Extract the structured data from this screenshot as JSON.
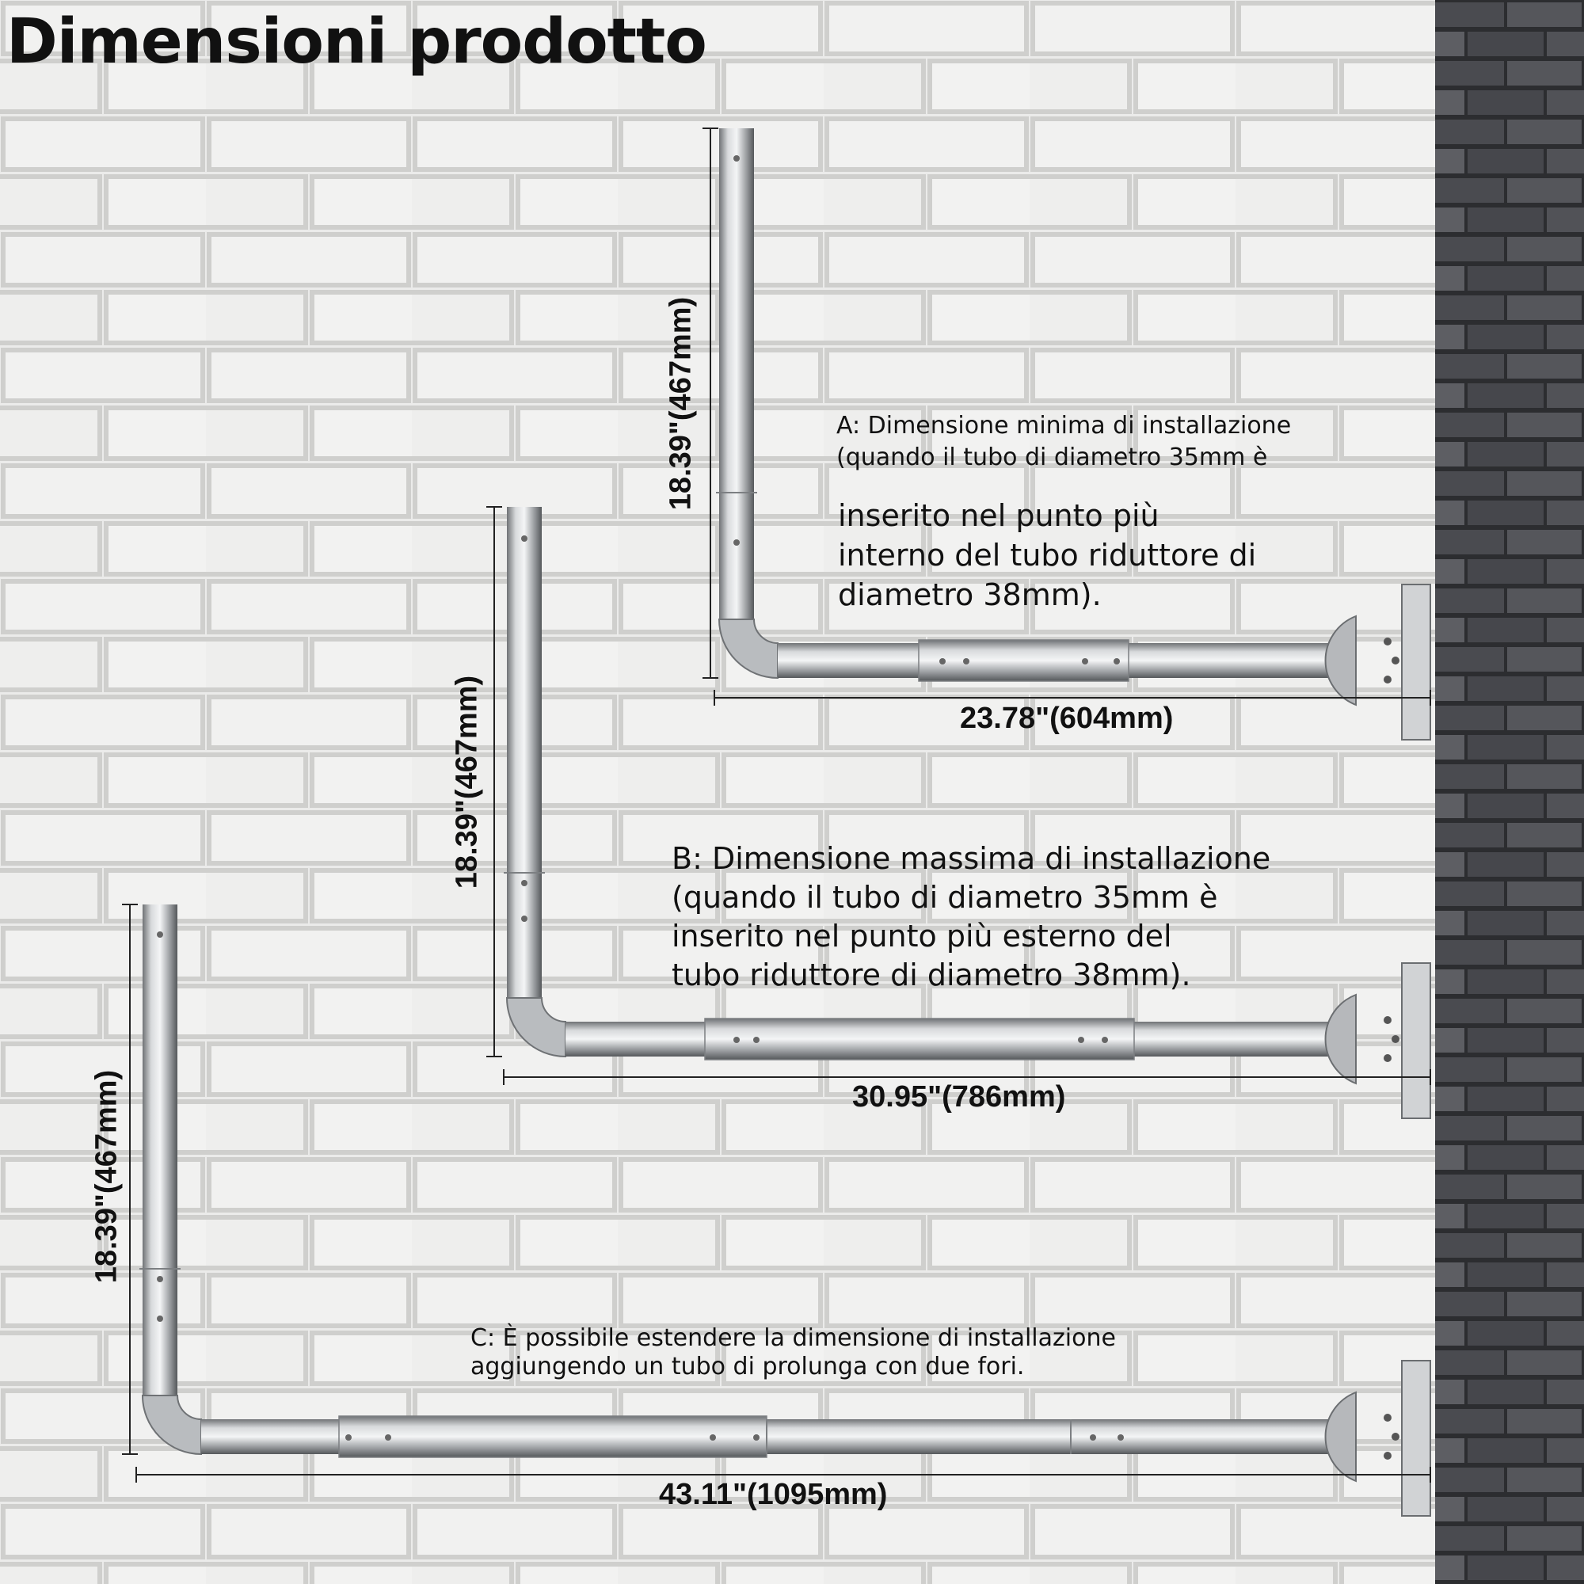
{
  "title": "Dimensioni prodotto",
  "colors": {
    "wall": "#ebebea",
    "brick_line": "#cfcfcd",
    "dark_wall": "#3e3f43",
    "metal": "#c9cbcd",
    "metal_dark": "#6f7275",
    "dimension_line": "#222222",
    "text": "#111111"
  },
  "configs": [
    {
      "id": "A",
      "height_label": "18.39\"(467mm)",
      "width_label": "23.78\"(604mm)",
      "note_lines": [
        "A: Dimensione minima di installazione",
        "(quando il tubo di diametro 35mm è"
      ],
      "note_lines_2": [
        "inserito nel punto più",
        "interno del tubo riduttore di",
        "diametro 38mm)."
      ]
    },
    {
      "id": "B",
      "height_label": "18.39\"(467mm)",
      "width_label": "30.95\"(786mm)",
      "note_lines": [
        "B: Dimensione massima di installazione",
        "(quando il tubo di diametro 35mm è",
        "inserito nel punto più esterno del",
        "tubo riduttore di diametro 38mm)."
      ]
    },
    {
      "id": "C",
      "height_label": "18.39\"(467mm)",
      "width_label": "43.11\"(1095mm)",
      "note_lines": [
        "C: È possibile estendere la dimensione di installazione",
        "aggiungendo un tubo di prolunga con due fori."
      ]
    }
  ]
}
